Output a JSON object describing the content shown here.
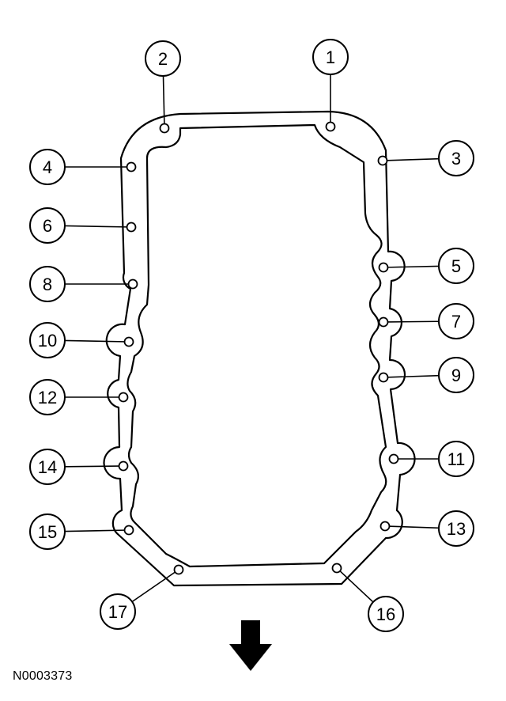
{
  "diagram": {
    "reference_code": "N0003373",
    "callouts": [
      {
        "label": "1"
      },
      {
        "label": "2"
      },
      {
        "label": "3"
      },
      {
        "label": "4"
      },
      {
        "label": "5"
      },
      {
        "label": "6"
      },
      {
        "label": "7"
      },
      {
        "label": "8"
      },
      {
        "label": "9"
      },
      {
        "label": "10"
      },
      {
        "label": "11"
      },
      {
        "label": "12"
      },
      {
        "label": "13"
      },
      {
        "label": "14"
      },
      {
        "label": "15"
      },
      {
        "label": "16"
      },
      {
        "label": "17"
      }
    ],
    "direction_arrow_icon": "arrow-down-icon",
    "colors": {
      "line": "#000000",
      "background": "#ffffff"
    }
  }
}
